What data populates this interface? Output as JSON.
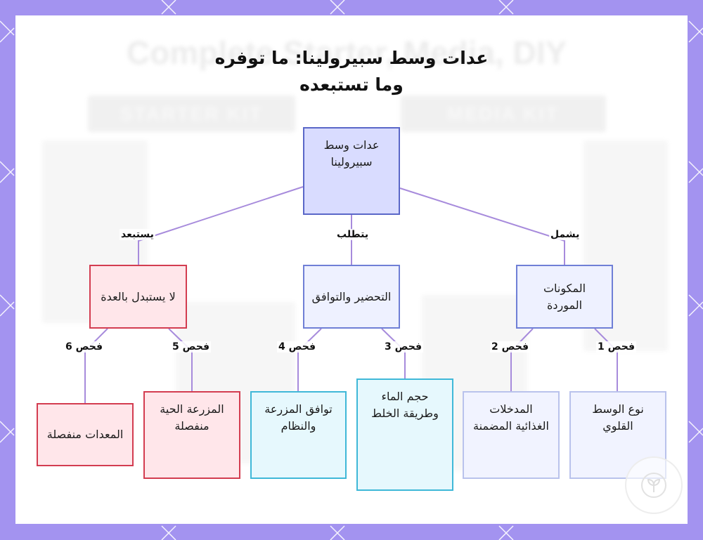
{
  "title_lines": [
    "عدات وسط سبيرولينا: ما توفره",
    "وما تستبعده"
  ],
  "background_ghost": {
    "heading": "Complete Starter, Media, DIY",
    "bar_left": "STARTER KIT",
    "bar_right": "MEDIA KIT"
  },
  "nodes": {
    "root": "عدات وسط سبيرولينا",
    "components": "المكونات الموردة",
    "preparation": "التحضير والتوافق",
    "no_replace": "لا يستبدل بالعدة",
    "check1": "نوع الوسط القلوي",
    "check2": "المدخلات الغذائية المضمنة",
    "check3": "حجم الماء وطريقة الخلط",
    "check4": "توافق المزرعة والنظام",
    "check5": "المزرعة الحية منفصلة",
    "check6": "المعدات منفصلة"
  },
  "edges": {
    "includes": "يشمل",
    "requires": "يتطلب",
    "excludes": "يستبعد",
    "check1": "فحص 1",
    "check2": "فحص 2",
    "check3": "فحص 3",
    "check4": "فحص 4",
    "check5": "فحص 5",
    "check6": "فحص 6"
  },
  "colors": {
    "frame": "#a393f0",
    "edge": "#a78bdc",
    "root_fill": "#d9dcff",
    "root_border": "#5a67c8",
    "blue_fill": "#eef1ff",
    "blue_border": "#6f7fd6",
    "red_fill": "#ffe6ea",
    "red_border": "#d33c50",
    "cyan_fill": "#e6f8fd",
    "cyan_border": "#3fb8d8",
    "lavender_fill": "#f1f3ff",
    "lavender_border": "#b9c2ec"
  },
  "icons": {
    "watermark": "seedling-badge-icon"
  }
}
